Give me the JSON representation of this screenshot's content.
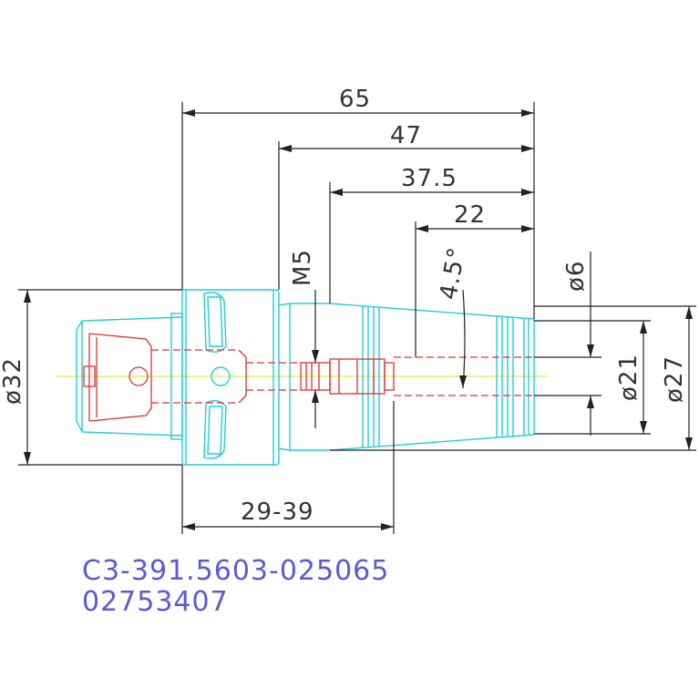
{
  "drawing": {
    "dimensions": {
      "d65": "65",
      "d47": "47",
      "d37_5": "37.5",
      "d22": "22",
      "m5": "M5",
      "angle": "4.5°",
      "dia6": "ø6",
      "dia21": "ø21",
      "dia27": "ø27",
      "dia32": "ø32",
      "clamp": "29-39"
    },
    "part_code": "C3-391.5603-025065",
    "part_number": "02753407",
    "colors": {
      "outline": "#22ccdd",
      "hidden": "#e03030",
      "centerline": "#e8e850",
      "dimension": "#222222",
      "code_text": "#5a5ad8"
    }
  }
}
